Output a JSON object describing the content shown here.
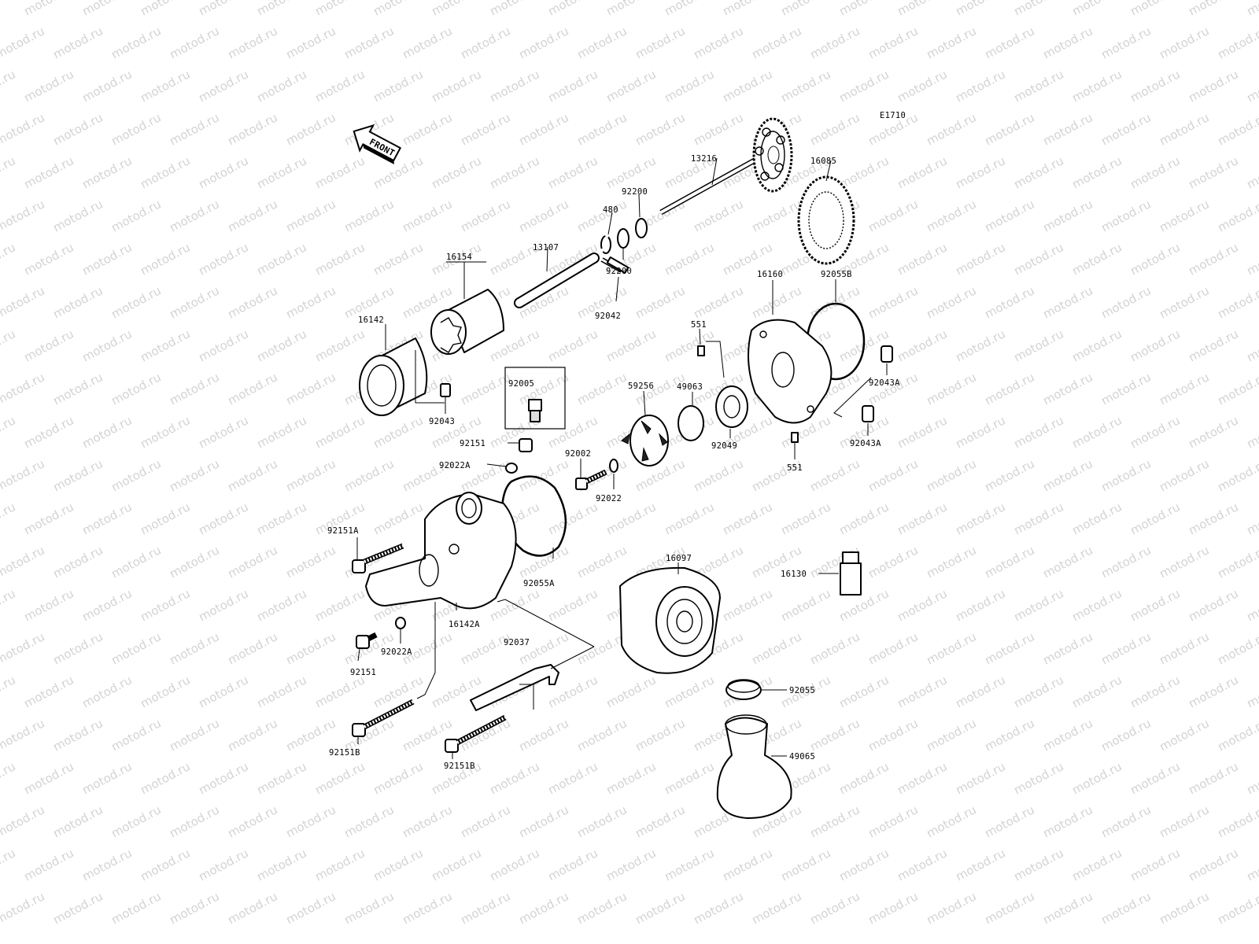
{
  "diagram": {
    "code": "E1710",
    "front_label": "FRONT",
    "watermark": "motod.ru",
    "parts": [
      {
        "id": "p-13216",
        "number": "13216"
      },
      {
        "id": "p-16085",
        "number": "16085"
      },
      {
        "id": "p-92200a",
        "number": "92200"
      },
      {
        "id": "p-480",
        "number": "480"
      },
      {
        "id": "p-92200b",
        "number": "92200"
      },
      {
        "id": "p-13107",
        "number": "13107"
      },
      {
        "id": "p-16154",
        "number": "16154"
      },
      {
        "id": "p-92042",
        "number": "92042"
      },
      {
        "id": "p-92055B",
        "number": "92055B"
      },
      {
        "id": "p-16160",
        "number": "16160"
      },
      {
        "id": "p-16142",
        "number": "16142"
      },
      {
        "id": "p-551a",
        "number": "551"
      },
      {
        "id": "p-92043A-a",
        "number": "92043A"
      },
      {
        "id": "p-49063",
        "number": "49063"
      },
      {
        "id": "p-59256",
        "number": "59256"
      },
      {
        "id": "p-92005",
        "number": "92005"
      },
      {
        "id": "p-92043",
        "number": "92043"
      },
      {
        "id": "p-92043A-b",
        "number": "92043A"
      },
      {
        "id": "p-92049",
        "number": "92049"
      },
      {
        "id": "p-92151a",
        "number": "92151"
      },
      {
        "id": "p-551b",
        "number": "551"
      },
      {
        "id": "p-92002",
        "number": "92002"
      },
      {
        "id": "p-92022A-a",
        "number": "92022A"
      },
      {
        "id": "p-92022",
        "number": "92022"
      },
      {
        "id": "p-92151A",
        "number": "92151A"
      },
      {
        "id": "p-16097",
        "number": "16097"
      },
      {
        "id": "p-16130",
        "number": "16130"
      },
      {
        "id": "p-92055A",
        "number": "92055A"
      },
      {
        "id": "p-16142A",
        "number": "16142A"
      },
      {
        "id": "p-92022A-b",
        "number": "92022A"
      },
      {
        "id": "p-92037",
        "number": "92037"
      },
      {
        "id": "p-92151b",
        "number": "92151"
      },
      {
        "id": "p-92055",
        "number": "92055"
      },
      {
        "id": "p-92151B-a",
        "number": "92151B"
      },
      {
        "id": "p-49065",
        "number": "49065"
      },
      {
        "id": "p-92151B-b",
        "number": "92151B"
      }
    ]
  }
}
